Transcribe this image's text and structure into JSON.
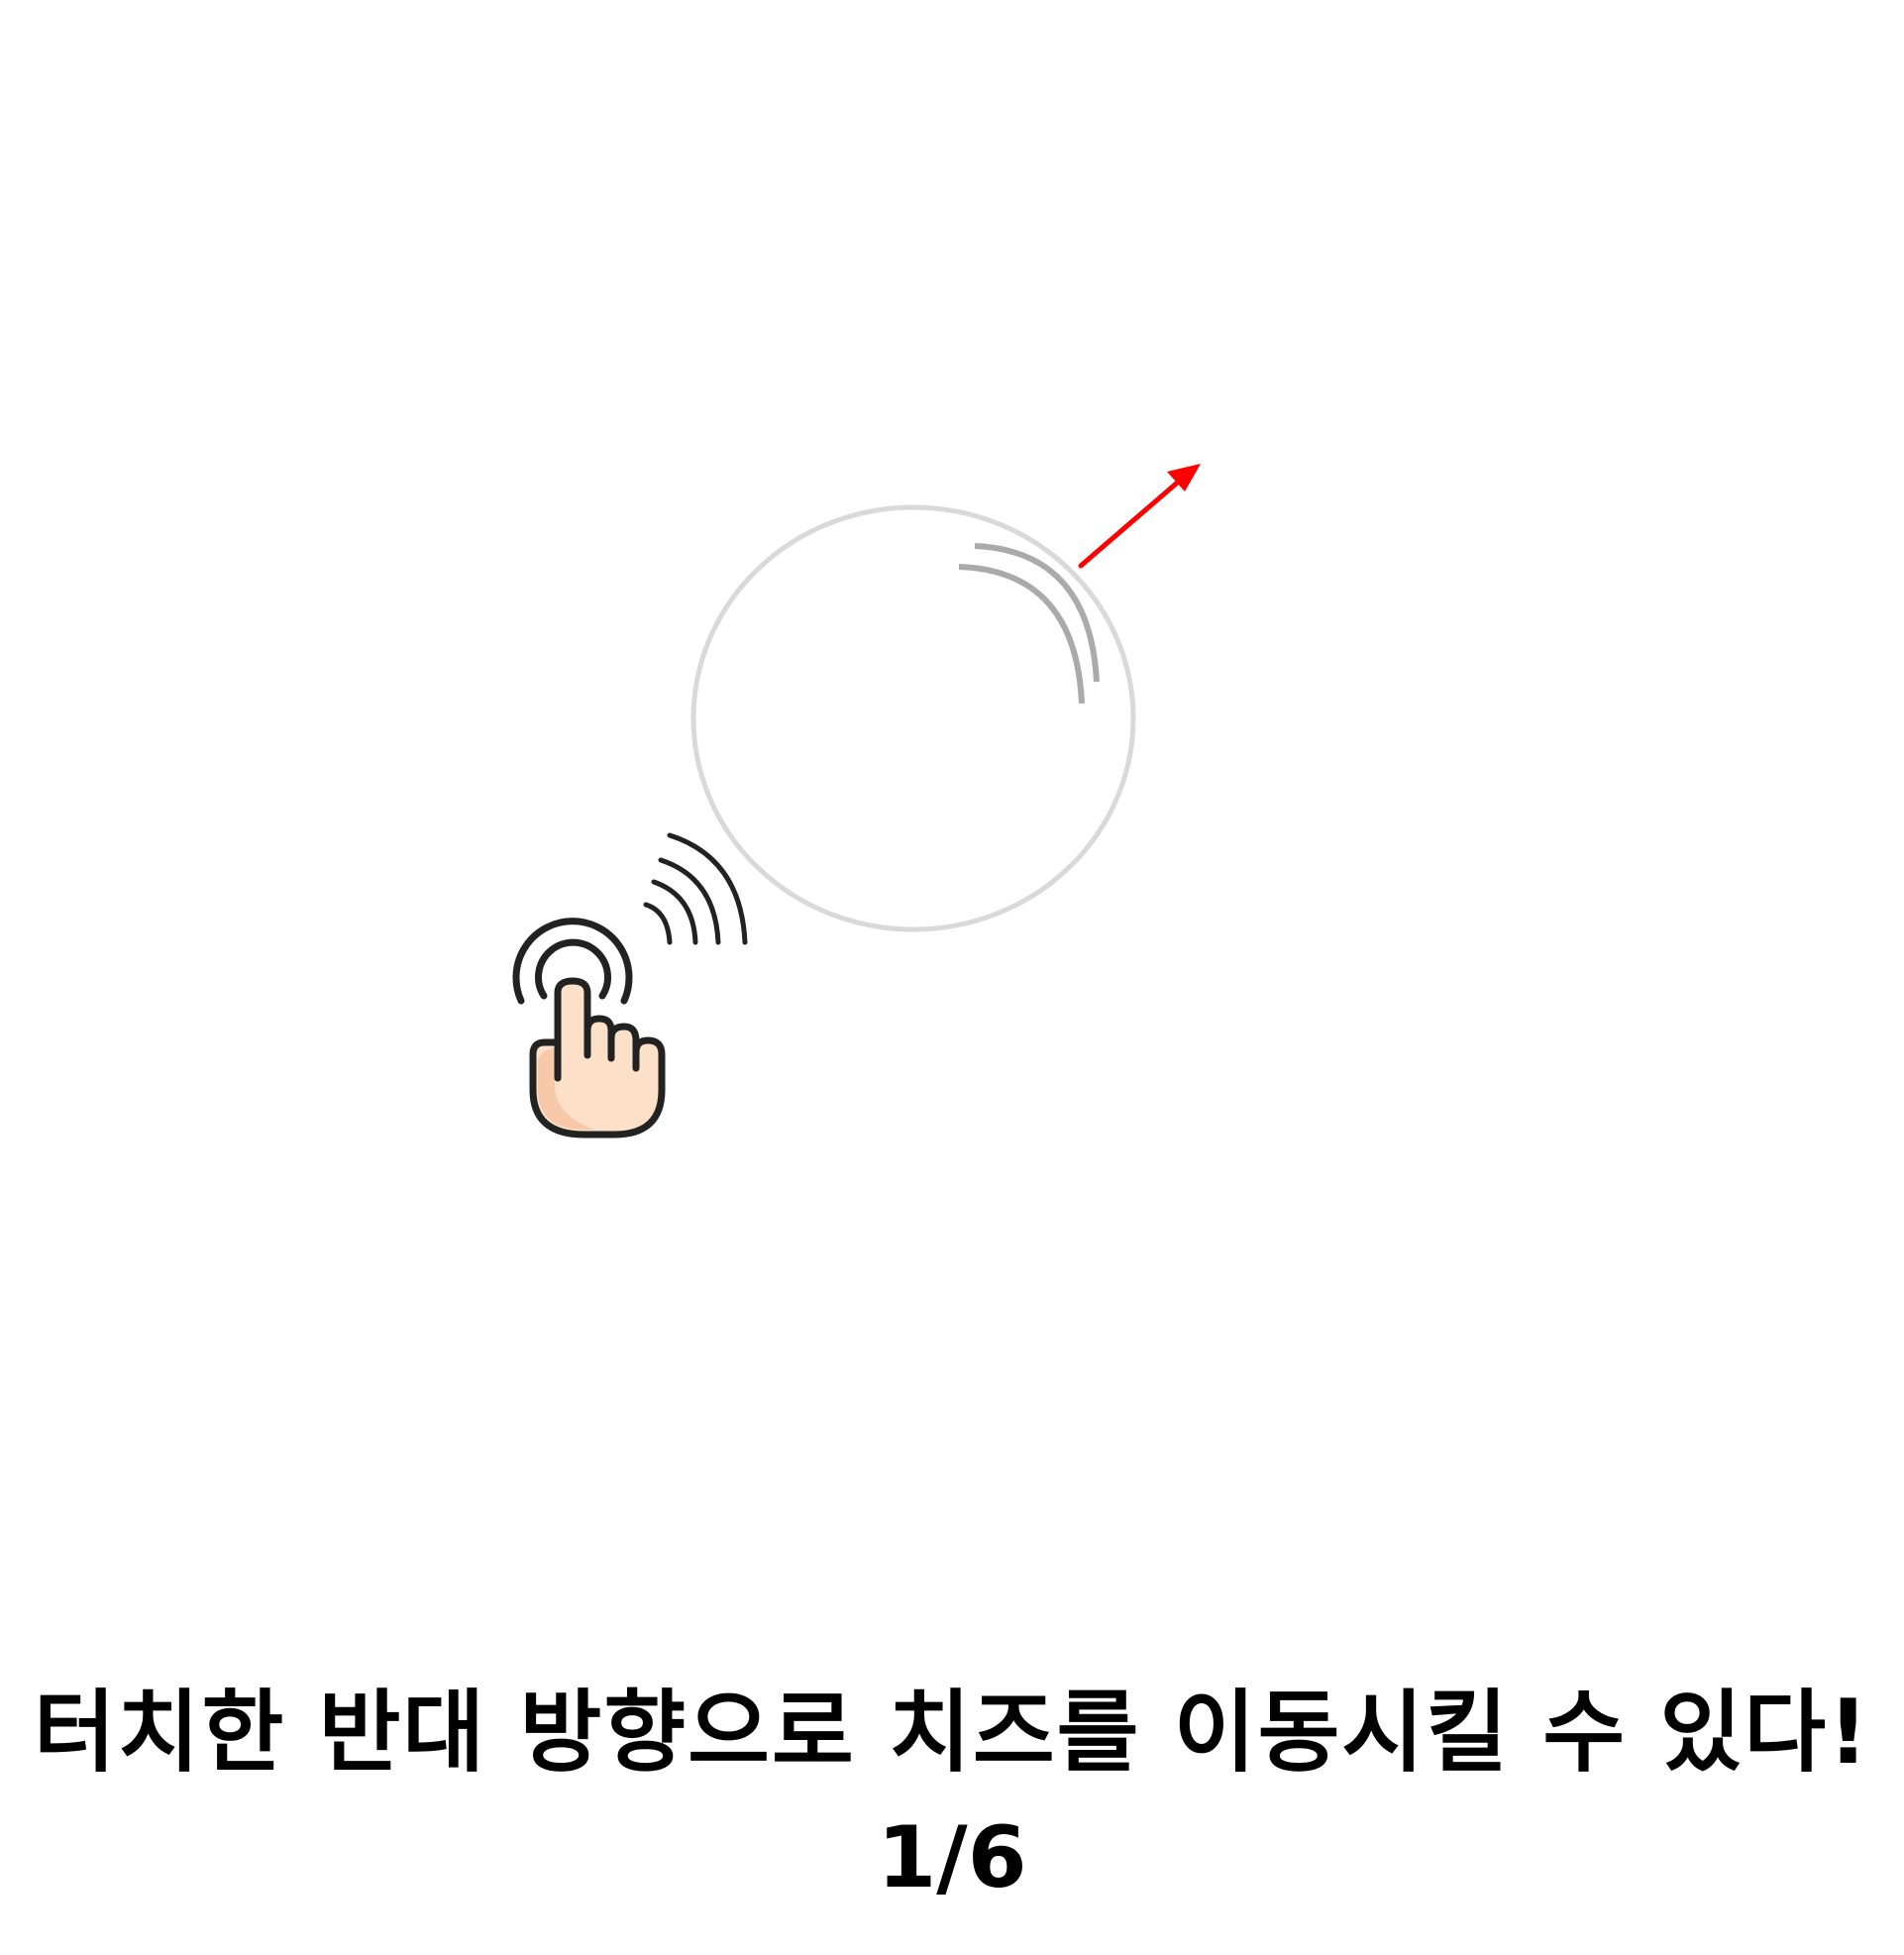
{
  "tutorial": {
    "caption": "터치한 반대 방향으로 치즈를 이동시킬 수 있다!",
    "page_indicator": "1/6"
  },
  "icons": {
    "touch_hand": "pointing-hand-tap-icon",
    "object": "circle-object",
    "impact_marks": "impact-lines-icon",
    "direction_arrow": "arrow-up-right-icon"
  },
  "colors": {
    "background": "#ffffff",
    "circle_outline": "#d9d9d9",
    "impact_lines": "#aaaaaa",
    "arrow": "#ff0000",
    "hand_skin": "#fde0c8",
    "hand_shadow": "#f7c9a8",
    "hand_outline": "#222222",
    "text": "#000000"
  }
}
